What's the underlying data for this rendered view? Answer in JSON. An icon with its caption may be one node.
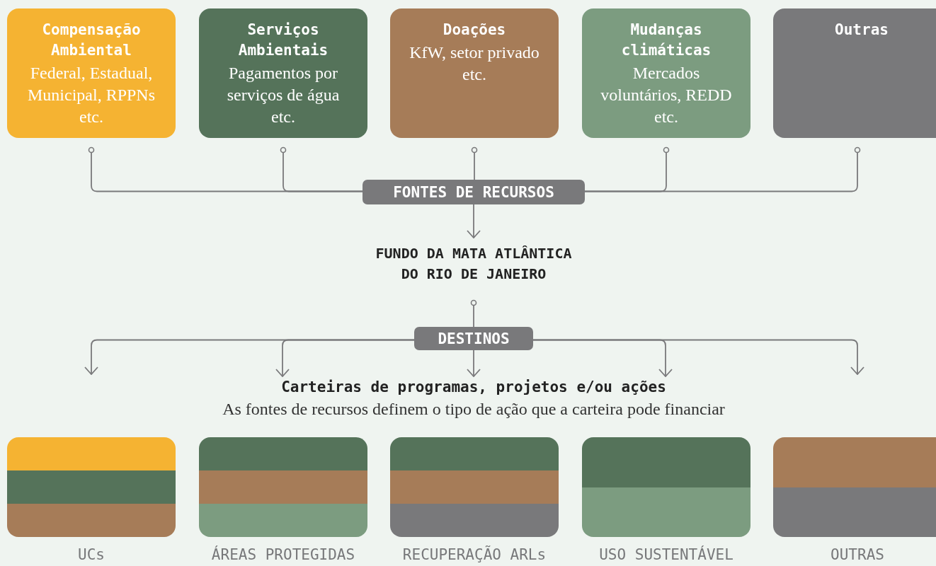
{
  "diagram": {
    "nodes": [
      {
        "text": [
          "Compensação Ambiental",
          "Federal, Estadual, Municipal, RPPNs etc."
        ]
      },
      {
        "text": [
          "Serviços Ambientais",
          "Pagamentos por serviços de água etc."
        ]
      },
      {
        "text": [
          "Doações",
          "KfW, setor privado etc."
        ]
      },
      {
        "text": [
          "Mudanças climáticas",
          "Mercados voluntários, REDD etc."
        ]
      },
      {
        "text": [
          "Outras"
        ]
      },
      {
        "text": [
          "FONTES DE RECURSOS"
        ]
      },
      {
        "text": [
          "FUNDO DA MATA ATLÂNTICA DO RIO DE JANEIRO"
        ]
      },
      {
        "text": [
          "DESTINOS"
        ]
      },
      {
        "text": [
          "Carteiras de programas, projetos e/ou ações",
          "As fontes de recursos definem o tipo de ação que a carteira pode financiar"
        ]
      },
      {
        "text": [],
        "shape": "box",
        "beside": [
          "UCs"
        ]
      },
      {
        "text": [],
        "shape": "box",
        "beside": [
          "ÁREAS PROTEGIDAS"
        ]
      },
      {
        "text": [],
        "shape": "box",
        "beside": [
          "RECUPERAÇÃO ARLs"
        ]
      },
      {
        "text": [],
        "shape": "box",
        "beside": [
          "USO SUSTENTÁVEL"
        ]
      },
      {
        "text": [],
        "shape": "box",
        "beside": [
          "OUTRAS"
        ]
      }
    ],
    "edges": [
      {
        "from": 0,
        "to": 5,
        "arrow": "other"
      },
      {
        "from": 1,
        "to": 5,
        "arrow": "other"
      },
      {
        "from": 2,
        "to": 5,
        "arrow": "other"
      },
      {
        "from": 3,
        "to": 5,
        "arrow": "other"
      },
      {
        "from": 4,
        "to": 5,
        "arrow": "other"
      },
      {
        "from": 5,
        "to": 6,
        "arrow": "to"
      },
      {
        "from": 6,
        "to": 7,
        "arrow": "other"
      },
      {
        "from": 7,
        "to": null,
        "arrow": "to"
      },
      {
        "from": 7,
        "to": 8,
        "arrow": "to"
      },
      {
        "from": 7,
        "to": 8,
        "arrow": "to"
      },
      {
        "from": 7,
        "to": 8,
        "arrow": "to"
      },
      {
        "from": 7,
        "to": null,
        "arrow": "to"
      }
    ]
  }
}
